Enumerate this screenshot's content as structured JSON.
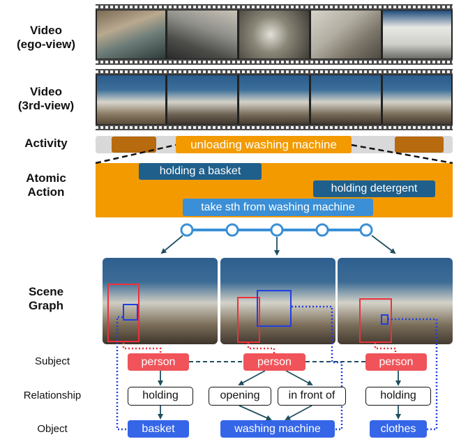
{
  "rows": {
    "video_ego": "Video\n(ego-view)",
    "video_3rd": "Video\n(3rd-view)",
    "activity": "Activity",
    "atomic": "Atomic\nAction",
    "scene": "Scene\nGraph",
    "subject": "Subject",
    "relationship": "Relationship",
    "object": "Object"
  },
  "activity_label": "unloading washing machine",
  "atomic_actions": [
    "holding a basket",
    "holding detergent",
    "take sth from washing machine"
  ],
  "subjects": [
    "person",
    "person",
    "person"
  ],
  "relationships": [
    "holding",
    "opening",
    "in front of",
    "holding"
  ],
  "objects": [
    "basket",
    "washing machine",
    "clothes"
  ],
  "colors": {
    "activity_bar": "#f29a00",
    "activity_track": "#d9d9d9",
    "activity_segment": "#b86a0e",
    "action_dark": "#1f5f8b",
    "action_light": "#3a8fd6",
    "timeline": "#3a8fd6",
    "subject": "#f0545a",
    "object": "#3566e8",
    "connector": "#1f4e5f"
  }
}
